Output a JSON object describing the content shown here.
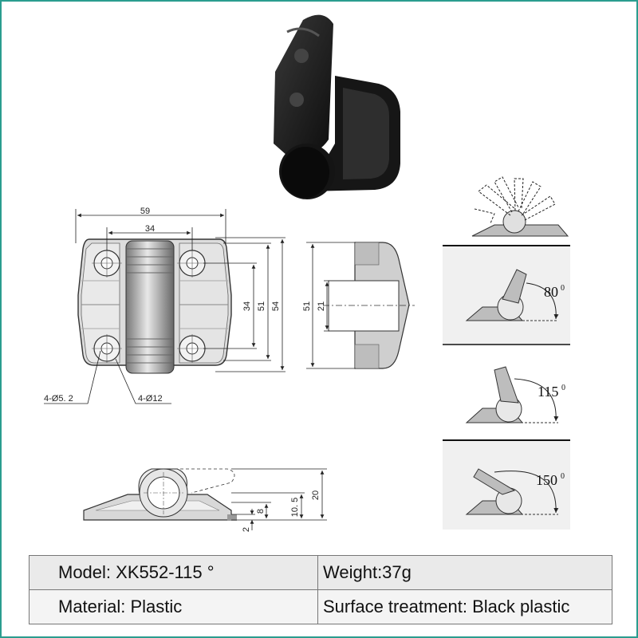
{
  "dimensions": {
    "width_overall": "59",
    "hole_spacing_h": "34",
    "hole_spacing_v": "34",
    "height_inner": "51",
    "height_overall": "54",
    "side_height": "51",
    "side_pin": "21",
    "hole_small": "4-Ø5. 2",
    "hole_large": "4-Ø12",
    "bottom_20": "20",
    "bottom_10_5": "10. 5",
    "bottom_8": "8",
    "bottom_2": "2"
  },
  "angles": {
    "a80": "80",
    "a115": "115",
    "a150": "150",
    "deg": "0"
  },
  "specs": {
    "model": "Model: XK552-115 °",
    "weight": "Weight:37g",
    "material": "Material: Plastic",
    "surface": "Surface treatment: Black plastic"
  },
  "colors": {
    "frame": "#2a9d8f",
    "product": "#1a1a1a"
  }
}
